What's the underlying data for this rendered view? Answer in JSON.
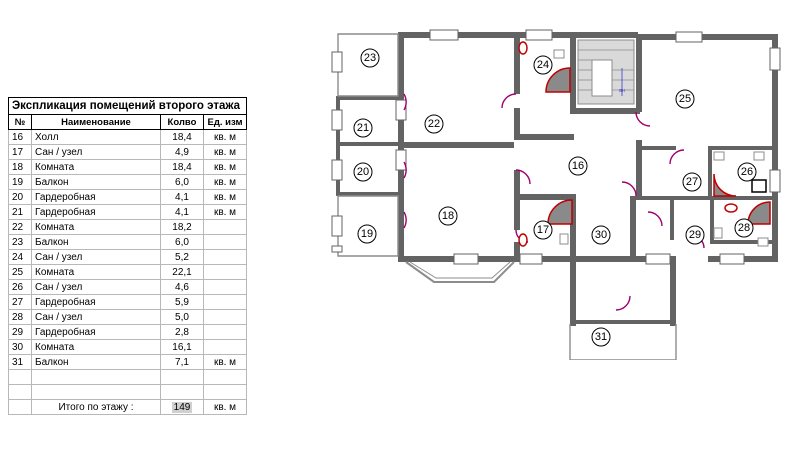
{
  "table": {
    "title": "Экспликация помещений второго этажа",
    "headers": [
      "№",
      "Наименование",
      "Колво",
      "Ед. изм"
    ],
    "rows": [
      {
        "num": "16",
        "name": "Холл",
        "qty": "18,4",
        "unit": "кв. м"
      },
      {
        "num": "17",
        "name": "Сан / узел",
        "qty": "4,9",
        "unit": "кв. м"
      },
      {
        "num": "18",
        "name": "Комната",
        "qty": "18,4",
        "unit": "кв. м"
      },
      {
        "num": "19",
        "name": "Балкон",
        "qty": "6,0",
        "unit": "кв. м"
      },
      {
        "num": "20",
        "name": "Гардеробная",
        "qty": "4,1",
        "unit": "кв. м"
      },
      {
        "num": "21",
        "name": "Гардеробная",
        "qty": "4,1",
        "unit": "кв. м"
      },
      {
        "num": "22",
        "name": "Комната",
        "qty": "18,2",
        "unit": ""
      },
      {
        "num": "23",
        "name": "Балкон",
        "qty": "6,0",
        "unit": ""
      },
      {
        "num": "24",
        "name": "Сан / узел",
        "qty": "5,2",
        "unit": ""
      },
      {
        "num": "25",
        "name": "Комната",
        "qty": "22,1",
        "unit": ""
      },
      {
        "num": "26",
        "name": "Сан / узел",
        "qty": "4,6",
        "unit": ""
      },
      {
        "num": "27",
        "name": "Гардеробная",
        "qty": "5,9",
        "unit": ""
      },
      {
        "num": "28",
        "name": "Сан / узел",
        "qty": "5,0",
        "unit": ""
      },
      {
        "num": "29",
        "name": "Гардеробная",
        "qty": "2,8",
        "unit": ""
      },
      {
        "num": "30",
        "name": "Комната",
        "qty": "16,1",
        "unit": ""
      },
      {
        "num": "31",
        "name": "Балкон",
        "qty": "7,1",
        "unit": "кв. м"
      },
      {
        "num": "",
        "name": "",
        "qty": "",
        "unit": ""
      },
      {
        "num": "",
        "name": "",
        "qty": "",
        "unit": ""
      }
    ],
    "total": {
      "label": "Итого по этажу :",
      "value": "149",
      "unit": "кв. м"
    }
  },
  "plan": {
    "room_labels": [
      "16",
      "17",
      "18",
      "19",
      "20",
      "21",
      "22",
      "23",
      "24",
      "25",
      "26",
      "27",
      "28",
      "29",
      "30",
      "31"
    ],
    "stair_label": "вн",
    "colors": {
      "wall": "#636363",
      "door": "#a0006e",
      "fixture": "#c00000",
      "fixture_fill": "#8a8a8a"
    }
  }
}
